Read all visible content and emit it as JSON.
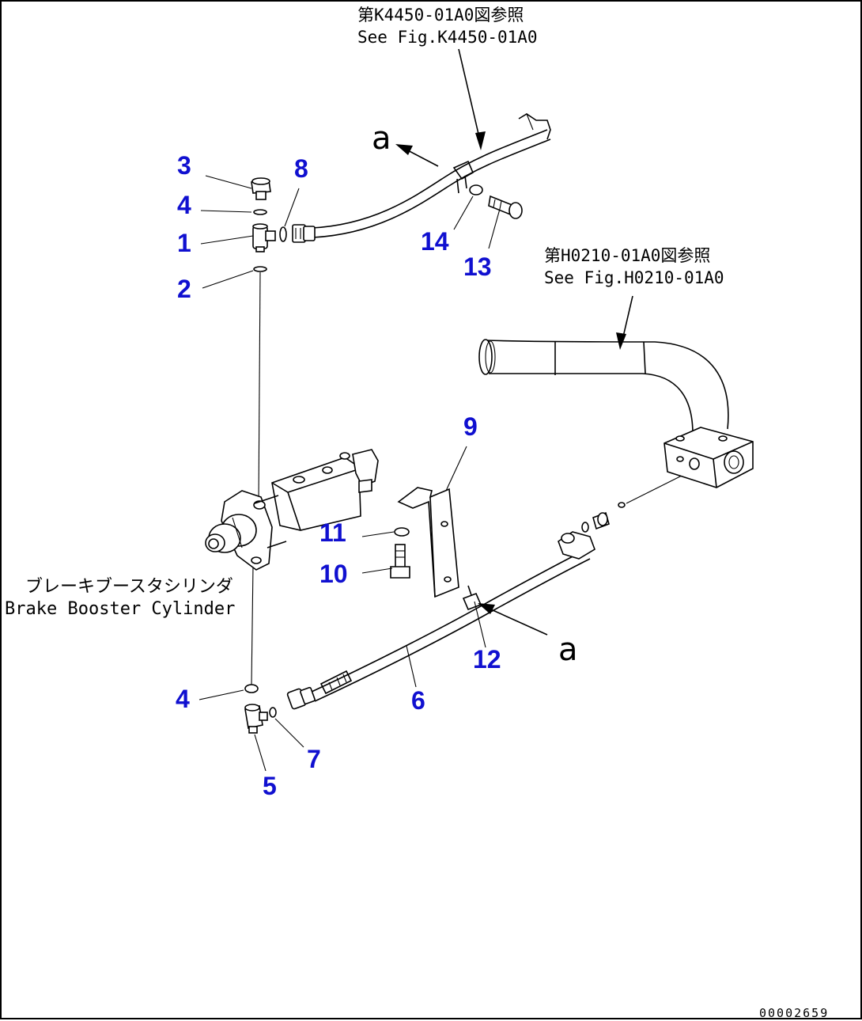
{
  "references": {
    "top": {
      "line1": "第K4450-01A0図参照",
      "line2": "See Fig.K4450-01A0"
    },
    "right": {
      "line1": "第H0210-01A0図参照",
      "line2": "See Fig.H0210-01A0"
    }
  },
  "component_label": {
    "line1": "ブレーキブースタシリンダ",
    "line2": "Brake Booster Cylinder"
  },
  "view_markers": {
    "upper": "a",
    "lower": "a"
  },
  "callouts": [
    "1",
    "2",
    "3",
    "4",
    "4",
    "5",
    "6",
    "7",
    "8",
    "9",
    "10",
    "11",
    "12",
    "13",
    "14"
  ],
  "drawing_code": "00002659",
  "colors": {
    "callout": "#1010d0",
    "line": "#000000"
  }
}
